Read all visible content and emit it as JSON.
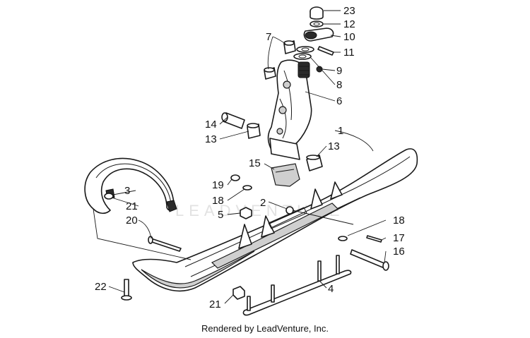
{
  "diagram": {
    "watermark": "LEADVENTURE",
    "credit": "Rendered by LeadVenture, Inc.",
    "callouts": {
      "c1": "1",
      "c2": "2",
      "c3": "3",
      "c4": "4",
      "c5": "5",
      "c6": "6",
      "c7": "7",
      "c8": "8",
      "c9": "9",
      "c10": "10",
      "c11": "11",
      "c12": "12",
      "c13a": "13",
      "c13b": "13",
      "c14": "14",
      "c15": "15",
      "c16": "16",
      "c17": "17",
      "c18a": "18",
      "c18b": "18",
      "c19": "19",
      "c20": "20",
      "c21a": "21",
      "c21b": "21",
      "c22": "22",
      "c23": "23"
    }
  }
}
